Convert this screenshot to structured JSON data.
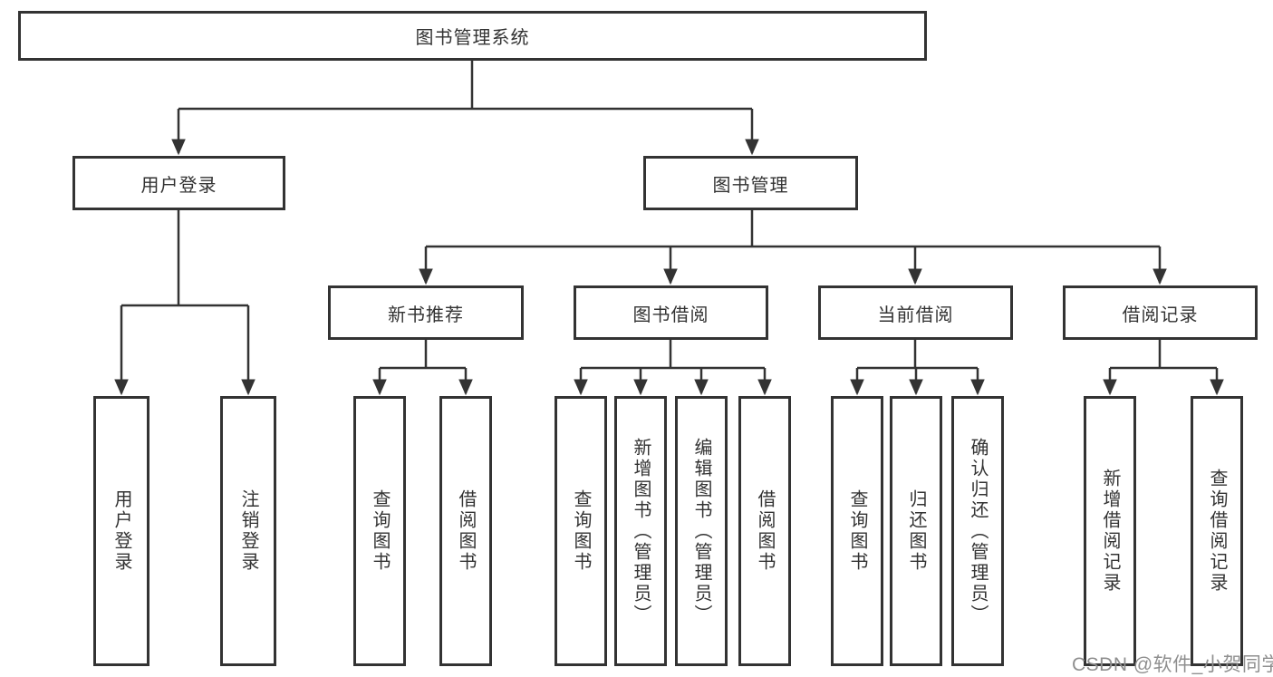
{
  "tree": {
    "root": {
      "label": "图书管理系统",
      "children": [
        {
          "label": "用户登录",
          "children": [
            {
              "label": "用户登录"
            },
            {
              "label": "注销登录"
            }
          ]
        },
        {
          "label": "图书管理",
          "children": [
            {
              "label": "新书推荐",
              "children": [
                {
                  "label": "查询图书"
                },
                {
                  "label": "借阅图书"
                }
              ]
            },
            {
              "label": "图书借阅",
              "children": [
                {
                  "label": "查询图书"
                },
                {
                  "label": "新增图书（管理员）"
                },
                {
                  "label": "编辑图书（管理员）"
                },
                {
                  "label": "借阅图书"
                }
              ]
            },
            {
              "label": "当前借阅",
              "children": [
                {
                  "label": "查询图书"
                },
                {
                  "label": "归还图书"
                },
                {
                  "label": "确认归还（管理员）"
                }
              ]
            },
            {
              "label": "借阅记录",
              "children": [
                {
                  "label": "新增借阅记录"
                },
                {
                  "label": "查询借阅记录"
                }
              ]
            }
          ]
        }
      ]
    }
  },
  "watermark": {
    "text": "CSDN @软件_小贺同学"
  },
  "colors": {
    "line": "#333333",
    "box_background": "#ffffff",
    "text": "#333333",
    "watermark": "#8f8f8f",
    "background": "#ffffff"
  }
}
